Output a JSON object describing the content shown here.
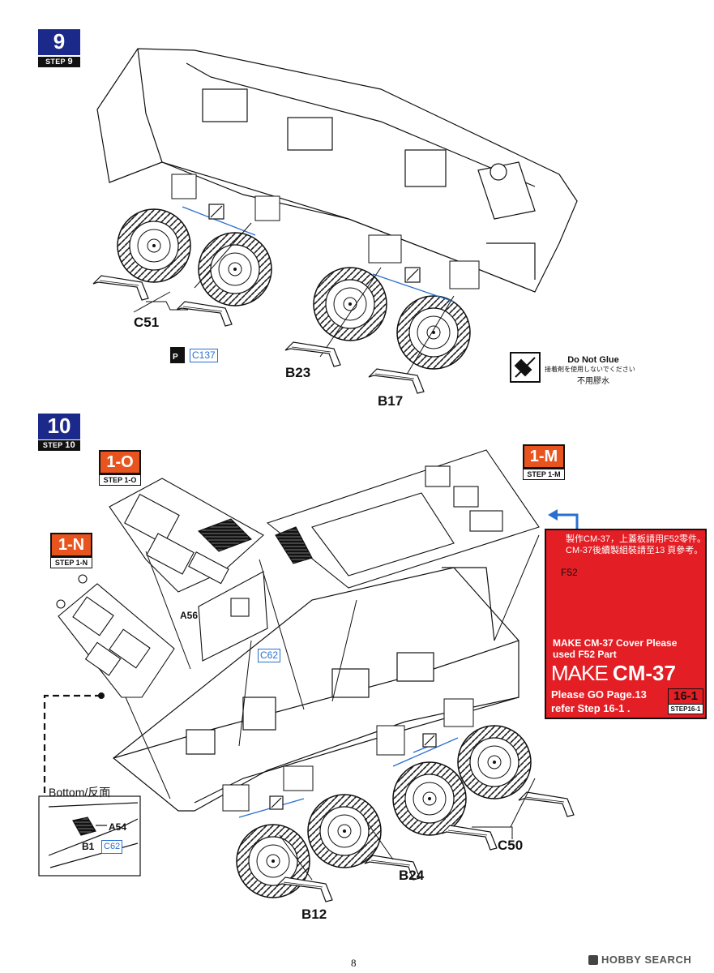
{
  "step9": {
    "number": "9",
    "tag_prefix": "STEP ",
    "tag_num": "9"
  },
  "step10": {
    "number": "10",
    "tag_prefix": "STEP ",
    "tag_num": "10"
  },
  "subs": {
    "o": {
      "label": "1-O",
      "tag_prefix": "STEP ",
      "tag_num": "1-O"
    },
    "m": {
      "label": "1-M",
      "tag_prefix": "STEP ",
      "tag_num": "1-M"
    },
    "n": {
      "label": "1-N",
      "tag_prefix": "STEP ",
      "tag_num": "1-N"
    }
  },
  "parts9": {
    "c51": "C51",
    "b23": "B23",
    "b17": "B17",
    "c137": "C137"
  },
  "glue": {
    "en": "Do Not Glue",
    "jp": "接着剤を使用しないでください",
    "cn": "不用膠水"
  },
  "parts10": {
    "a56": "A56",
    "c62": "C62",
    "c50": "C50",
    "b24": "B24",
    "b12": "B12",
    "bottom": "Bottom/反面",
    "a54": "A54",
    "b1": "B1",
    "c62b": "C62"
  },
  "note": {
    "cn1": "製作CM-37，上蓋板請用F52零件。",
    "cn2": "CM-37後續製組裝請至13 頁參考。",
    "f52": "F52",
    "en1": "MAKE CM-37  Cover Please",
    "en2": "used F52 Part",
    "make_a": "MAKE ",
    "make_b": "CM-37",
    "go1": "Please GO Page.13",
    "go2": "refer Step 16-1 .",
    "ref": "16-1",
    "ref_tag_prefix": "STEP",
    "ref_tag_num": "16-1"
  },
  "page_number": "8",
  "watermark": "HOBBY SEARCH",
  "colors": {
    "step_blue": "#1b2a8a",
    "sub_orange": "#e8541e",
    "note_red": "#e31e24",
    "callout_blue": "#2a6fcf"
  }
}
